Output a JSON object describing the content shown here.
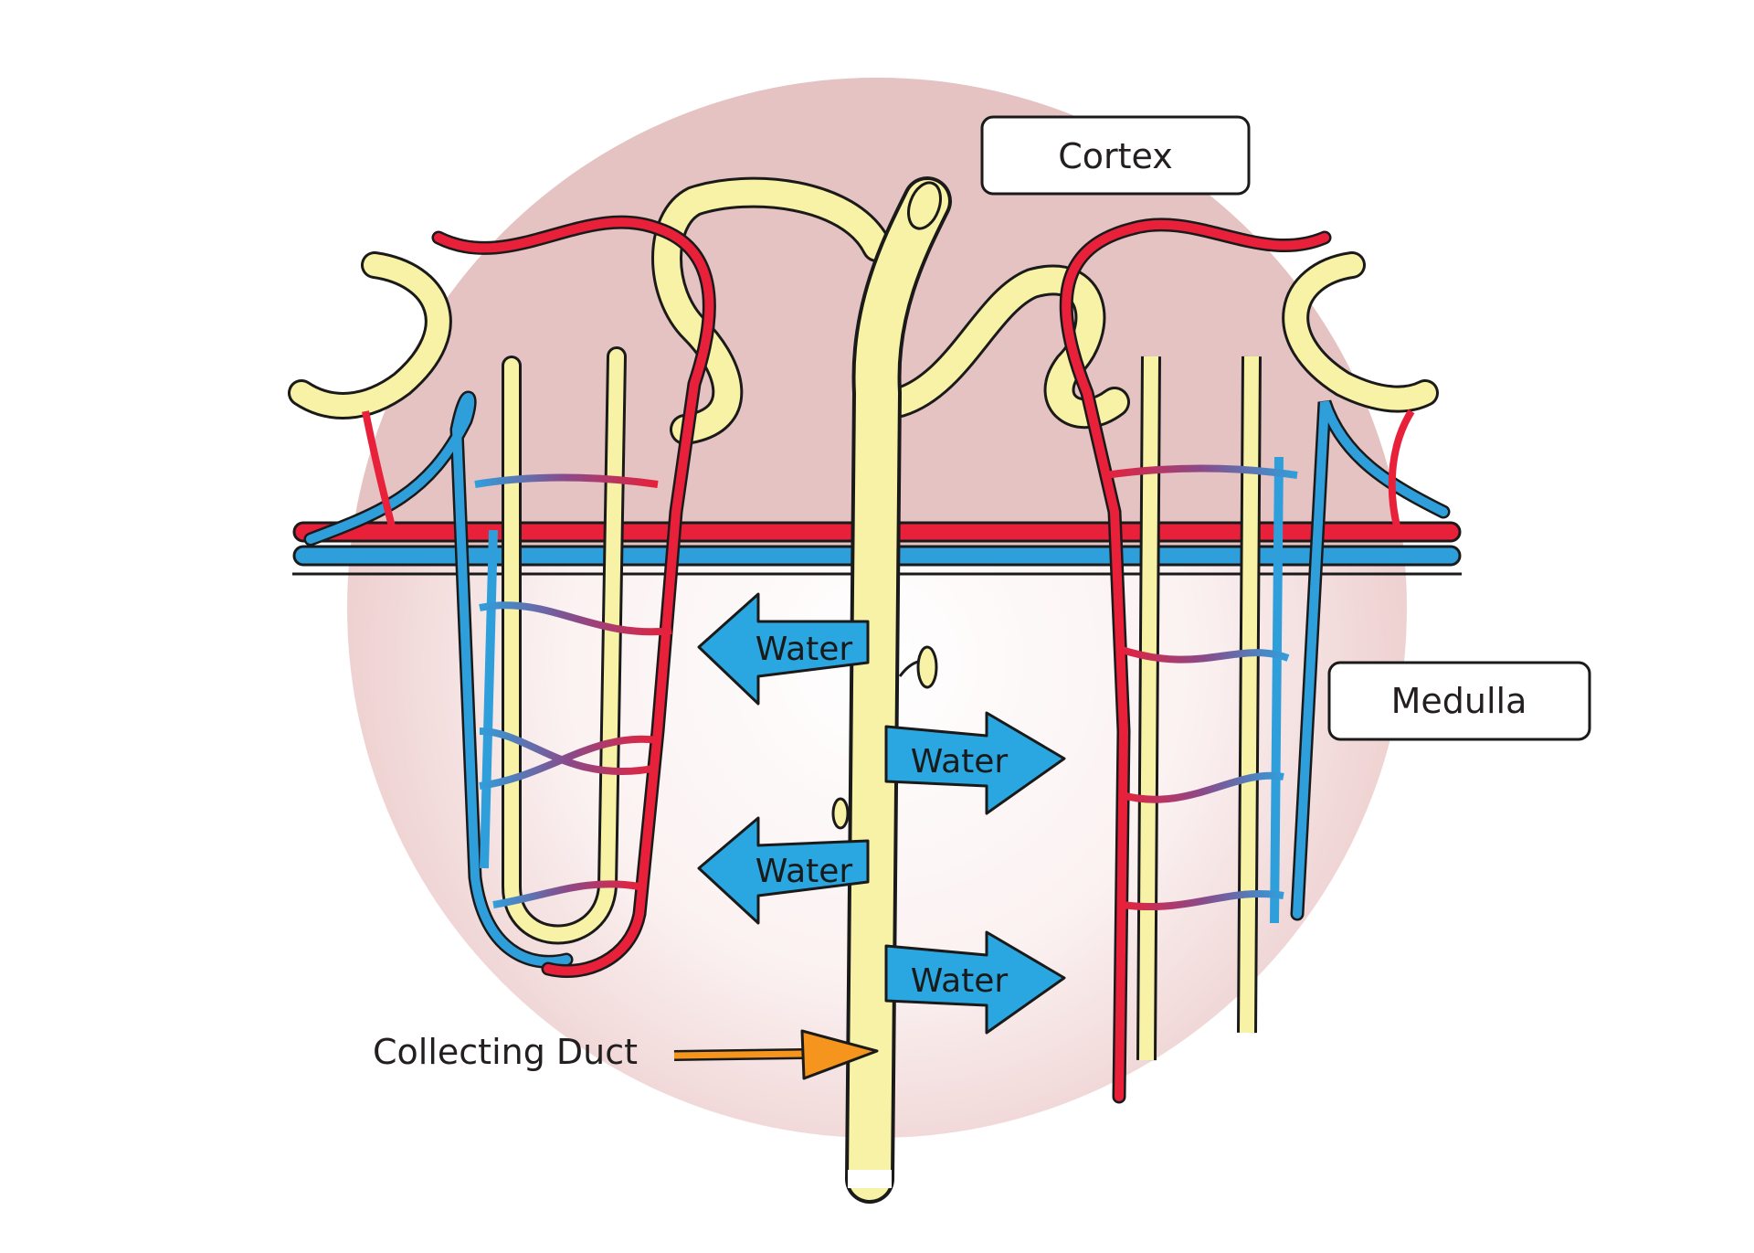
{
  "labels": {
    "cortex": "Cortex",
    "medulla": "Medulla",
    "collecting_duct": "Collecting Duct"
  },
  "water_arrows": [
    {
      "text": "Water",
      "direction": "left"
    },
    {
      "text": "Water",
      "direction": "right"
    },
    {
      "text": "Water",
      "direction": "left"
    },
    {
      "text": "Water",
      "direction": "right"
    }
  ],
  "colors": {
    "cortex_region": "#e8c6c6",
    "medulla_region": "#f6e4e4",
    "tubule": "#f7f2a5",
    "artery": "#e8203a",
    "vein": "#2f9fdc",
    "water_arrow": "#2aa7e0",
    "pointer_arrow": "#f5951d"
  },
  "icons": {
    "pointer": "orange-arrow-right",
    "water": "blue-block-arrow"
  }
}
